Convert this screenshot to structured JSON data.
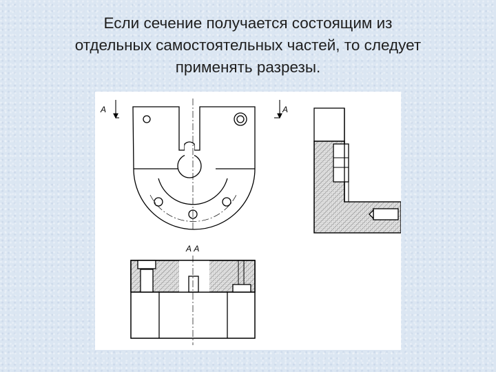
{
  "slide": {
    "title_lines": [
      "Если сечение получается состоящим из",
      "отдельных самостоятельных частей, то следует",
      "применять разрезы."
    ]
  },
  "drawing": {
    "section_letter_left": "А",
    "section_letter_right": "А",
    "section_caption": "А  А"
  }
}
